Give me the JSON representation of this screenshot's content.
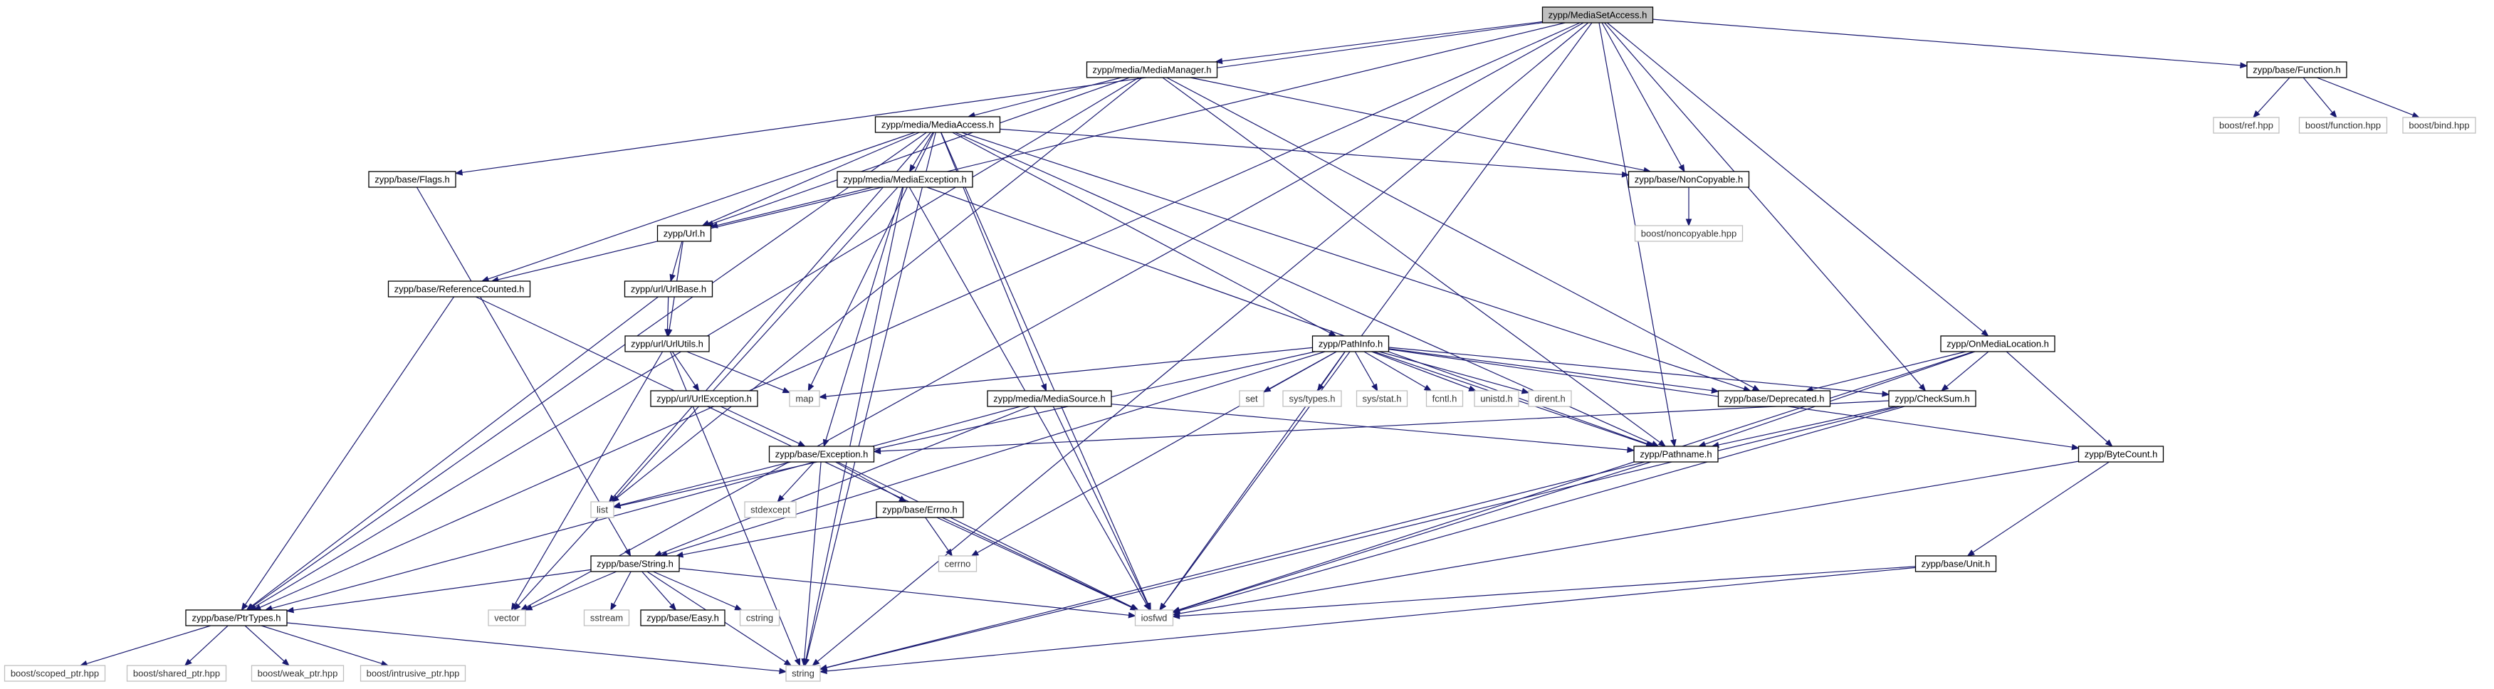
{
  "diagram": {
    "nodes": [
      {
        "id": "MediaSetAccess",
        "label": "zypp/MediaSetAccess.h",
        "kind": "root"
      },
      {
        "id": "MediaManager",
        "label": "zypp/media/MediaManager.h",
        "kind": "local"
      },
      {
        "id": "Function",
        "label": "zypp/base/Function.h",
        "kind": "local"
      },
      {
        "id": "boost_ref",
        "label": "boost/ref.hpp",
        "kind": "external"
      },
      {
        "id": "boost_function",
        "label": "boost/function.hpp",
        "kind": "external"
      },
      {
        "id": "boost_bind",
        "label": "boost/bind.hpp",
        "kind": "external"
      },
      {
        "id": "MediaAccess",
        "label": "zypp/media/MediaAccess.h",
        "kind": "local"
      },
      {
        "id": "Flags",
        "label": "zypp/base/Flags.h",
        "kind": "local"
      },
      {
        "id": "MediaException",
        "label": "zypp/media/MediaException.h",
        "kind": "local"
      },
      {
        "id": "NonCopyable",
        "label": "zypp/base/NonCopyable.h",
        "kind": "local"
      },
      {
        "id": "boost_noncopyable",
        "label": "boost/noncopyable.hpp",
        "kind": "external"
      },
      {
        "id": "Url",
        "label": "zypp/Url.h",
        "kind": "local"
      },
      {
        "id": "ReferenceCounted",
        "label": "zypp/base/ReferenceCounted.h",
        "kind": "local"
      },
      {
        "id": "UrlBase",
        "label": "zypp/url/UrlBase.h",
        "kind": "local"
      },
      {
        "id": "UrlUtils",
        "label": "zypp/url/UrlUtils.h",
        "kind": "local"
      },
      {
        "id": "OnMediaLocation",
        "label": "zypp/OnMediaLocation.h",
        "kind": "local"
      },
      {
        "id": "PathInfo",
        "label": "zypp/PathInfo.h",
        "kind": "local"
      },
      {
        "id": "map",
        "label": "map",
        "kind": "external"
      },
      {
        "id": "set",
        "label": "set",
        "kind": "external"
      },
      {
        "id": "sys_types",
        "label": "sys/types.h",
        "kind": "external"
      },
      {
        "id": "sys_stat",
        "label": "sys/stat.h",
        "kind": "external"
      },
      {
        "id": "fcntl",
        "label": "fcntl.h",
        "kind": "external"
      },
      {
        "id": "unistd",
        "label": "unistd.h",
        "kind": "external"
      },
      {
        "id": "dirent",
        "label": "dirent.h",
        "kind": "external"
      },
      {
        "id": "UrlException",
        "label": "zypp/url/UrlException.h",
        "kind": "local"
      },
      {
        "id": "MediaSource",
        "label": "zypp/media/MediaSource.h",
        "kind": "local"
      },
      {
        "id": "Deprecated",
        "label": "zypp/base/Deprecated.h",
        "kind": "local"
      },
      {
        "id": "CheckSum",
        "label": "zypp/CheckSum.h",
        "kind": "local"
      },
      {
        "id": "Exception",
        "label": "zypp/base/Exception.h",
        "kind": "local"
      },
      {
        "id": "Pathname",
        "label": "zypp/Pathname.h",
        "kind": "local"
      },
      {
        "id": "ByteCount",
        "label": "zypp/ByteCount.h",
        "kind": "local"
      },
      {
        "id": "list",
        "label": "list",
        "kind": "external"
      },
      {
        "id": "stdexcept",
        "label": "stdexcept",
        "kind": "external"
      },
      {
        "id": "Errno",
        "label": "zypp/base/Errno.h",
        "kind": "local"
      },
      {
        "id": "cerrno",
        "label": "cerrno",
        "kind": "external"
      },
      {
        "id": "String",
        "label": "zypp/base/String.h",
        "kind": "local"
      },
      {
        "id": "Unit",
        "label": "zypp/base/Unit.h",
        "kind": "local"
      },
      {
        "id": "PtrTypes",
        "label": "zypp/base/PtrTypes.h",
        "kind": "local"
      },
      {
        "id": "vector",
        "label": "vector",
        "kind": "external"
      },
      {
        "id": "sstream",
        "label": "sstream",
        "kind": "external"
      },
      {
        "id": "Easy",
        "label": "zypp/base/Easy.h",
        "kind": "local"
      },
      {
        "id": "cstring",
        "label": "cstring",
        "kind": "external"
      },
      {
        "id": "iosfwd",
        "label": "iosfwd",
        "kind": "external"
      },
      {
        "id": "boost_scoped_ptr",
        "label": "boost/scoped_ptr.hpp",
        "kind": "external"
      },
      {
        "id": "boost_shared_ptr",
        "label": "boost/shared_ptr.hpp",
        "kind": "external"
      },
      {
        "id": "boost_weak_ptr",
        "label": "boost/weak_ptr.hpp",
        "kind": "external"
      },
      {
        "id": "boost_intrusive_ptr",
        "label": "boost/intrusive_ptr.hpp",
        "kind": "external"
      },
      {
        "id": "string",
        "label": "string",
        "kind": "external"
      }
    ],
    "edges": [
      [
        "MediaSetAccess",
        "MediaManager"
      ],
      [
        "MediaSetAccess",
        "Function"
      ],
      [
        "MediaSetAccess",
        "Flags"
      ],
      [
        "MediaSetAccess",
        "NonCopyable"
      ],
      [
        "MediaSetAccess",
        "ReferenceCounted"
      ],
      [
        "MediaSetAccess",
        "OnMediaLocation"
      ],
      [
        "MediaSetAccess",
        "CheckSum"
      ],
      [
        "MediaSetAccess",
        "Pathname"
      ],
      [
        "MediaSetAccess",
        "PtrTypes"
      ],
      [
        "MediaSetAccess",
        "vector"
      ],
      [
        "MediaSetAccess",
        "string"
      ],
      [
        "MediaSetAccess",
        "iosfwd"
      ],
      [
        "Function",
        "boost_ref"
      ],
      [
        "Function",
        "boost_function"
      ],
      [
        "Function",
        "boost_bind"
      ],
      [
        "MediaManager",
        "MediaAccess"
      ],
      [
        "MediaManager",
        "NonCopyable"
      ],
      [
        "MediaManager",
        "Url"
      ],
      [
        "MediaManager",
        "Deprecated"
      ],
      [
        "MediaManager",
        "Pathname"
      ],
      [
        "MediaManager",
        "PtrTypes"
      ],
      [
        "MediaManager",
        "list"
      ],
      [
        "MediaAccess",
        "NonCopyable"
      ],
      [
        "MediaAccess",
        "MediaException"
      ],
      [
        "MediaAccess",
        "Url"
      ],
      [
        "MediaAccess",
        "ReferenceCounted"
      ],
      [
        "MediaAccess",
        "PathInfo"
      ],
      [
        "MediaAccess",
        "MediaSource"
      ],
      [
        "MediaAccess",
        "Deprecated"
      ],
      [
        "MediaAccess",
        "Pathname"
      ],
      [
        "MediaAccess",
        "PtrTypes"
      ],
      [
        "MediaAccess",
        "map"
      ],
      [
        "MediaAccess",
        "list"
      ],
      [
        "MediaAccess",
        "iosfwd"
      ],
      [
        "MediaAccess",
        "string"
      ],
      [
        "NonCopyable",
        "boost_noncopyable"
      ],
      [
        "Flags",
        "String"
      ],
      [
        "MediaException",
        "Url"
      ],
      [
        "MediaException",
        "Exception"
      ],
      [
        "MediaException",
        "Pathname"
      ],
      [
        "MediaException",
        "string"
      ],
      [
        "MediaException",
        "vector"
      ],
      [
        "MediaException",
        "iosfwd"
      ],
      [
        "Url",
        "UrlBase"
      ],
      [
        "Url",
        "UrlUtils"
      ],
      [
        "UrlBase",
        "UrlUtils"
      ],
      [
        "UrlBase",
        "PtrTypes"
      ],
      [
        "UrlUtils",
        "UrlException"
      ],
      [
        "UrlUtils",
        "map"
      ],
      [
        "UrlUtils",
        "vector"
      ],
      [
        "UrlUtils",
        "string"
      ],
      [
        "UrlException",
        "Exception"
      ],
      [
        "ReferenceCounted",
        "PtrTypes"
      ],
      [
        "ReferenceCounted",
        "iosfwd"
      ],
      [
        "PathInfo",
        "map"
      ],
      [
        "PathInfo",
        "set"
      ],
      [
        "PathInfo",
        "sys_types"
      ],
      [
        "PathInfo",
        "sys_stat"
      ],
      [
        "PathInfo",
        "fcntl"
      ],
      [
        "PathInfo",
        "unistd"
      ],
      [
        "PathInfo",
        "dirent"
      ],
      [
        "PathInfo",
        "CheckSum"
      ],
      [
        "PathInfo",
        "Deprecated"
      ],
      [
        "PathInfo",
        "Pathname"
      ],
      [
        "PathInfo",
        "ByteCount"
      ],
      [
        "PathInfo",
        "cerrno"
      ],
      [
        "PathInfo",
        "iosfwd"
      ],
      [
        "PathInfo",
        "list"
      ],
      [
        "PathInfo",
        "String"
      ],
      [
        "MediaSource",
        "Pathname"
      ],
      [
        "MediaSource",
        "PtrTypes"
      ],
      [
        "MediaSource",
        "String"
      ],
      [
        "MediaSource",
        "iosfwd"
      ],
      [
        "OnMediaLocation",
        "Deprecated"
      ],
      [
        "OnMediaLocation",
        "CheckSum"
      ],
      [
        "OnMediaLocation",
        "Pathname"
      ],
      [
        "OnMediaLocation",
        "ByteCount"
      ],
      [
        "OnMediaLocation",
        "iosfwd"
      ],
      [
        "CheckSum",
        "Exception"
      ],
      [
        "CheckSum",
        "Pathname"
      ],
      [
        "CheckSum",
        "iosfwd"
      ],
      [
        "CheckSum",
        "string"
      ],
      [
        "Exception",
        "list"
      ],
      [
        "Exception",
        "stdexcept"
      ],
      [
        "Exception",
        "Errno"
      ],
      [
        "Exception",
        "string"
      ],
      [
        "Exception",
        "iosfwd"
      ],
      [
        "Pathname",
        "iosfwd"
      ],
      [
        "Pathname",
        "string"
      ],
      [
        "ByteCount",
        "Unit"
      ],
      [
        "ByteCount",
        "iosfwd"
      ],
      [
        "Unit",
        "iosfwd"
      ],
      [
        "Unit",
        "string"
      ],
      [
        "Errno",
        "String"
      ],
      [
        "Errno",
        "cerrno"
      ],
      [
        "Errno",
        "iosfwd"
      ],
      [
        "String",
        "PtrTypes"
      ],
      [
        "String",
        "vector"
      ],
      [
        "String",
        "sstream"
      ],
      [
        "String",
        "Easy"
      ],
      [
        "String",
        "cstring"
      ],
      [
        "String",
        "iosfwd"
      ],
      [
        "String",
        "string"
      ],
      [
        "PtrTypes",
        "boost_scoped_ptr"
      ],
      [
        "PtrTypes",
        "boost_shared_ptr"
      ],
      [
        "PtrTypes",
        "boost_weak_ptr"
      ],
      [
        "PtrTypes",
        "boost_intrusive_ptr"
      ],
      [
        "PtrTypes",
        "string"
      ]
    ]
  },
  "colors": {
    "edge": "#191970",
    "root_fill": "#bfbfbf",
    "node_border": "#000000",
    "external_border": "#bfbfbf"
  }
}
